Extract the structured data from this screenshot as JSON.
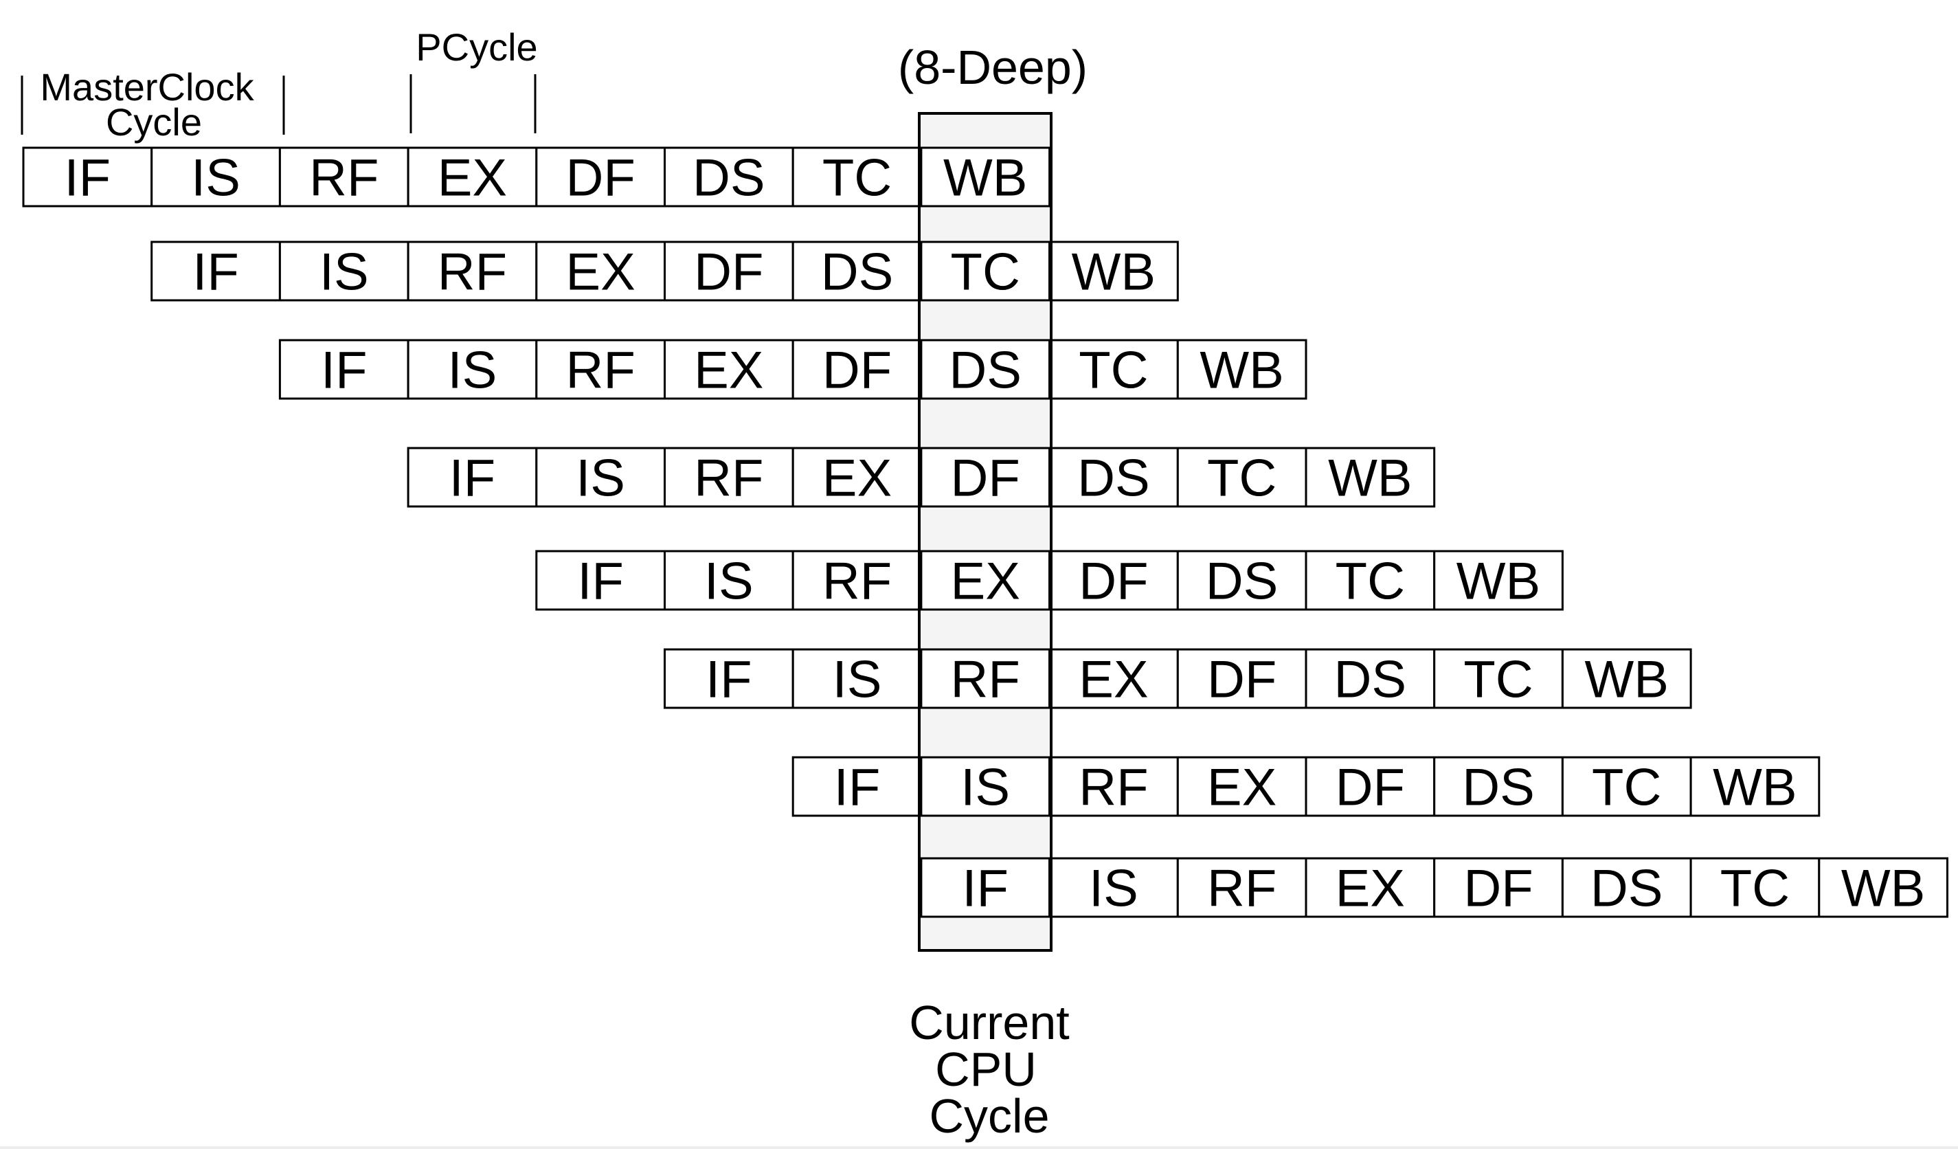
{
  "header": {
    "master_clock_line1": "MasterClock",
    "master_clock_line2": "Cycle",
    "pcycle": "PCycle",
    "depth": "(8-Deep)"
  },
  "stages": [
    "IF",
    "IS",
    "RF",
    "EX",
    "DF",
    "DS",
    "TC",
    "WB"
  ],
  "rows": [
    [
      "IF",
      "IS",
      "RF",
      "EX",
      "DF",
      "DS",
      "TC",
      "WB"
    ],
    [
      "IF",
      "IS",
      "RF",
      "EX",
      "DF",
      "DS",
      "TC",
      "WB"
    ],
    [
      "IF",
      "IS",
      "RF",
      "EX",
      "DF",
      "DS",
      "TC",
      "WB"
    ],
    [
      "IF",
      "IS",
      "RF",
      "EX",
      "DF",
      "DS",
      "TC",
      "WB"
    ],
    [
      "IF",
      "IS",
      "RF",
      "EX",
      "DF",
      "DS",
      "TC",
      "WB"
    ],
    [
      "IF",
      "IS",
      "RF",
      "EX",
      "DF",
      "DS",
      "TC",
      "WB"
    ],
    [
      "IF",
      "IS",
      "RF",
      "EX",
      "DF",
      "DS",
      "TC",
      "WB"
    ],
    [
      "IF",
      "IS",
      "RF",
      "EX",
      "DF",
      "DS",
      "TC",
      "WB"
    ]
  ],
  "current_cycle": {
    "line1": "Current",
    "line2": "CPU",
    "line3": "Cycle",
    "highlight_color": "#f4f4f4"
  },
  "colors": {
    "line": "#000000",
    "background": "#ffffff"
  }
}
